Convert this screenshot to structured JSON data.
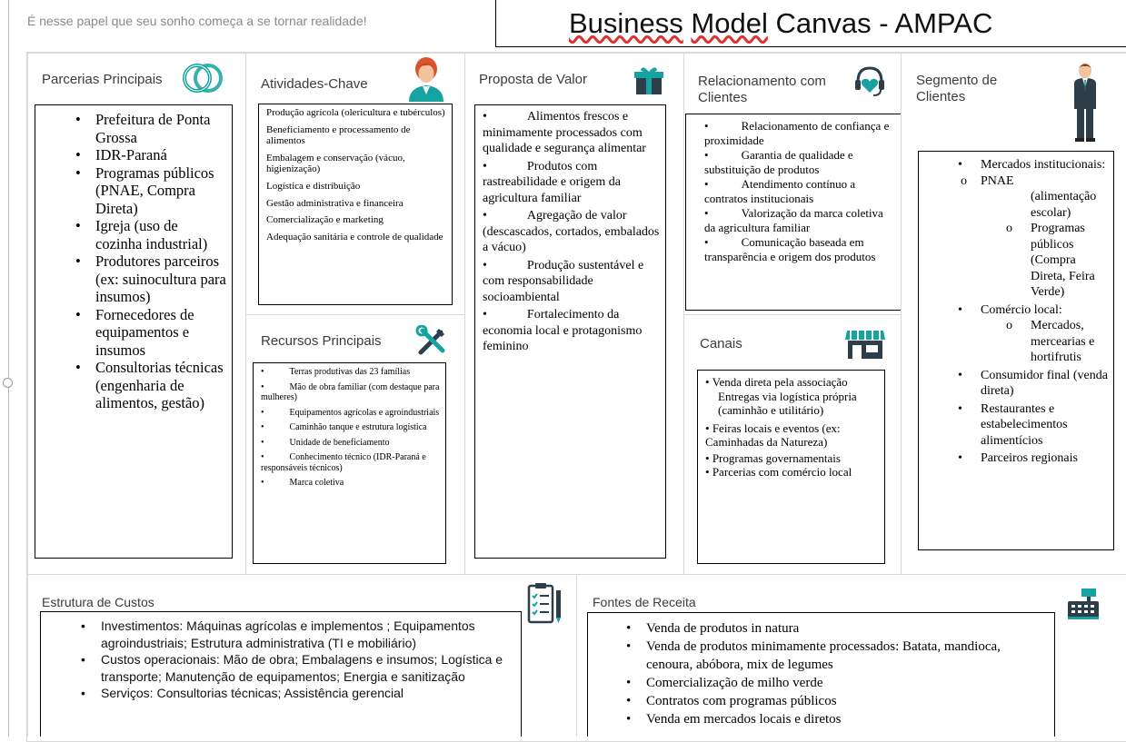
{
  "header": {
    "slogan": "É nesse papel que seu sonho começa a se tornar realidade!",
    "title_part1": "Business",
    "title_part2": "Model",
    "title_part3": "Canvas - AMPAC"
  },
  "parcerias": {
    "title": "Parcerias Principais",
    "items": [
      "Prefeitura de Ponta Grossa",
      "IDR-Paraná",
      "Programas públicos (PNAE, Compra Direta)",
      "Igreja (uso de cozinha industrial)",
      "Produtores parceiros (ex: suinocultura para insumos)",
      "Fornecedores de equipamentos e insumos",
      "Consultorias técnicas (engenharia de alimentos, gestão)"
    ]
  },
  "atividades": {
    "title": "Atividades-Chave",
    "items": [
      "Produção agrícola (olericultura e tubérculos)",
      "Beneficiamento e processamento de alimentos",
      "Embalagem e conservação (vácuo, higienização)",
      "Logística e distribuição",
      "Gestão administrativa e financeira",
      "Comercialização e marketing",
      "Adequação sanitária e controle de qualidade"
    ]
  },
  "recursos": {
    "title": "Recursos Principais",
    "items": [
      "Terras produtivas das 23 famílias",
      "Mão de obra familiar (com destaque para mulheres)",
      "Equipamentos agrícolas e agroindustriais",
      "Caminhão tanque e estrutura logística",
      "Unidade de beneficiamento",
      "Conhecimento técnico (IDR-Paraná e responsáveis técnicos)",
      "Marca coletiva"
    ]
  },
  "proposta": {
    "title": "Proposta de Valor",
    "items": [
      "Alimentos frescos e minimamente processados com qualidade e segurança alimentar",
      "Produtos com rastreabilidade e origem da agricultura familiar",
      "Agregação de valor (descascados, cortados, embalados a vácuo)",
      "Produção sustentável e com responsabilidade socioambiental",
      "Fortalecimento da economia local e protagonismo feminino"
    ]
  },
  "relacionamento": {
    "title": "Relacionamento com Clientes",
    "items": [
      "Relacionamento de confiança e proximidade",
      "Garantia de qualidade e substituição de produtos",
      "Atendimento contínuo a contratos institucionais",
      "Valorização da marca coletiva da agricultura familiar",
      "Comunicação baseada em transparência e origem dos produtos"
    ]
  },
  "canais": {
    "title": "Canais",
    "item1": "Venda direta pela associação",
    "item1b": "Entregas via logística própria (caminhão e utilitário)",
    "item2": "Feiras locais e eventos (ex: Caminhadas da Natureza)",
    "item3": "Programas governamentais",
    "item4": "Parcerias com comércio local"
  },
  "segmento": {
    "title": "Segmento de Clientes",
    "mercados": "Mercados institucionais:",
    "pnae": "PNAE",
    "pnae_sub": "(alimentação escolar)",
    "programas": "Programas públicos (Compra Direta, Feira Verde)",
    "comercio": "Comércio local:",
    "mercearias": "Mercados, mercearias e hortifrutis",
    "consumidor": "Consumidor final (venda direta)",
    "restaurantes": "Restaurantes e estabelecimentos alimentícios",
    "parceiros": "Parceiros regionais"
  },
  "custos": {
    "title": "Estrutura de Custos",
    "items": [
      "Investimentos: Máquinas agrícolas e implementos ; Equipamentos agroindustriais; Estrutura administrativa (TI e mobiliário)",
      "Custos operacionais: Mão de obra; Embalagens e insumos; Logística e transporte; Manutenção de equipamentos; Energia e sanitização",
      "Serviços: Consultorias técnicas; Assistência gerencial"
    ]
  },
  "receita": {
    "title": "Fontes de Receita",
    "items": [
      "Venda de produtos in natura",
      "Venda de produtos minimamente processados: Batata, mandioca, cenoura, abóbora, mix de legumes",
      "Comercialização de milho verde",
      "Contratos com programas públicos",
      "Venda em mercados locais e diretos"
    ]
  },
  "colors": {
    "teal": "#14a3a0",
    "dark": "#2d3e4a",
    "border": "#d9d9d9"
  }
}
